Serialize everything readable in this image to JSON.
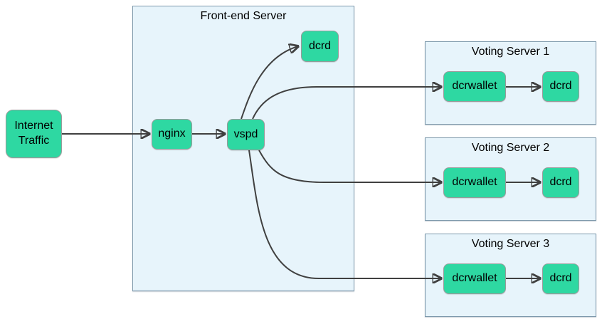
{
  "colors": {
    "node_fill": "#2ed8a2",
    "node_border": "#9a9a9a",
    "container_fill": "#e7f4fb",
    "container_border": "#7d98ab",
    "edge": "#404040",
    "text": "#000000",
    "background": "#ffffff"
  },
  "frontend": {
    "title": "Front-end Server",
    "nodes": {
      "nginx": "nginx",
      "vspd": "vspd",
      "dcrd": "dcrd"
    }
  },
  "external_nodes": {
    "internet_traffic": "Internet\nTraffic"
  },
  "voting_servers": [
    {
      "title": "Voting Server 1",
      "wallet_label": "dcrwallet",
      "dcrd_label": "dcrd"
    },
    {
      "title": "Voting Server 2",
      "wallet_label": "dcrwallet",
      "dcrd_label": "dcrd"
    },
    {
      "title": "Voting Server 3",
      "wallet_label": "dcrwallet",
      "dcrd_label": "dcrd"
    }
  ],
  "edges": [
    {
      "from": "internet-traffic",
      "to": "nginx"
    },
    {
      "from": "nginx",
      "to": "vspd"
    },
    {
      "from": "vspd",
      "to": "frontend-dcrd"
    },
    {
      "from": "vspd",
      "to": "voting-server-1-dcrwallet"
    },
    {
      "from": "vspd",
      "to": "voting-server-2-dcrwallet"
    },
    {
      "from": "vspd",
      "to": "voting-server-3-dcrwallet"
    },
    {
      "from": "voting-server-1-dcrwallet",
      "to": "voting-server-1-dcrd"
    },
    {
      "from": "voting-server-2-dcrwallet",
      "to": "voting-server-2-dcrd"
    },
    {
      "from": "voting-server-3-dcrwallet",
      "to": "voting-server-3-dcrd"
    }
  ]
}
